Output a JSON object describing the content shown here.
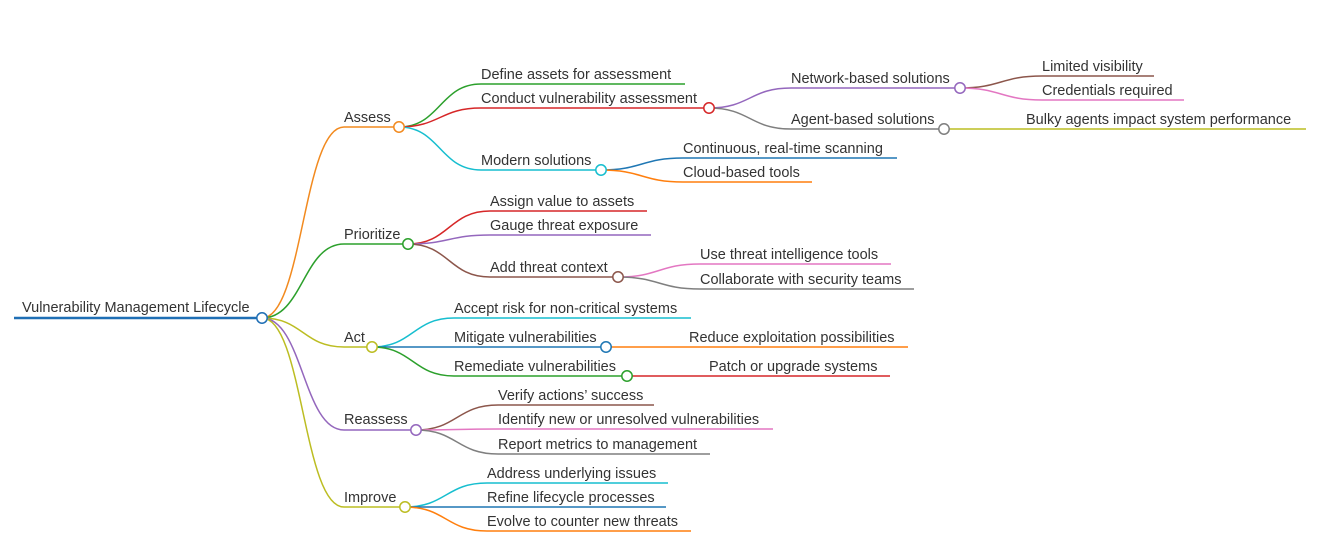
{
  "diagram": {
    "type": "mindmap",
    "root": "Vulnerability Management Lifecycle",
    "nodes": {
      "root": {
        "label": "Vulnerability Management Lifecycle",
        "color": "#1f6fb5"
      },
      "assess": {
        "label": "Assess",
        "color": "#f28a1f"
      },
      "define_assets": {
        "label": "Define assets for assessment",
        "color": "#2ca02c"
      },
      "conduct_assessment": {
        "label": "Conduct vulnerability assessment",
        "color": "#d62728"
      },
      "network_solutions": {
        "label": "Network-based solutions",
        "color": "#9467bd"
      },
      "limited_visibility": {
        "label": "Limited visibility",
        "color": "#8c564b"
      },
      "credentials_required": {
        "label": "Credentials required",
        "color": "#e377c2"
      },
      "agent_solutions": {
        "label": "Agent-based solutions",
        "color": "#7f7f7f"
      },
      "bulky_agents": {
        "label": "Bulky agents impact system performance",
        "color": "#bcbd22"
      },
      "modern_solutions": {
        "label": "Modern solutions",
        "color": "#17becf"
      },
      "continuous_scanning": {
        "label": "Continuous, real-time scanning",
        "color": "#1f77b4"
      },
      "cloud_tools": {
        "label": "Cloud-based tools",
        "color": "#ff7f0e"
      },
      "prioritize": {
        "label": "Prioritize",
        "color": "#2ca02c"
      },
      "assign_value": {
        "label": "Assign value to assets",
        "color": "#d62728"
      },
      "gauge_exposure": {
        "label": "Gauge threat exposure",
        "color": "#9467bd"
      },
      "add_context": {
        "label": "Add threat context",
        "color": "#8c564b"
      },
      "intel_tools": {
        "label": "Use threat intelligence tools",
        "color": "#e377c2"
      },
      "collaborate": {
        "label": "Collaborate with security teams",
        "color": "#7f7f7f"
      },
      "act": {
        "label": "Act",
        "color": "#bcbd22"
      },
      "accept_risk": {
        "label": "Accept risk for non-critical systems",
        "color": "#17becf"
      },
      "mitigate": {
        "label": "Mitigate vulnerabilities",
        "color": "#1f77b4"
      },
      "reduce_exploitation": {
        "label": "Reduce exploitation possibilities",
        "color": "#ff7f0e"
      },
      "remediate": {
        "label": "Remediate vulnerabilities",
        "color": "#2ca02c"
      },
      "patch_upgrade": {
        "label": "Patch or upgrade systems",
        "color": "#d62728"
      },
      "reassess": {
        "label": "Reassess",
        "color": "#9467bd"
      },
      "verify_success": {
        "label": "Verify actions’ success",
        "color": "#8c564b"
      },
      "identify_new": {
        "label": "Identify new or unresolved vulnerabilities",
        "color": "#e377c2"
      },
      "report_metrics": {
        "label": "Report metrics to management",
        "color": "#7f7f7f"
      },
      "improve": {
        "label": "Improve",
        "color": "#bcbd22"
      },
      "address_issues": {
        "label": "Address underlying issues",
        "color": "#17becf"
      },
      "refine_processes": {
        "label": "Refine lifecycle processes",
        "color": "#1f77b4"
      },
      "evolve_threats": {
        "label": "Evolve to counter new threats",
        "color": "#ff7f0e"
      }
    }
  }
}
